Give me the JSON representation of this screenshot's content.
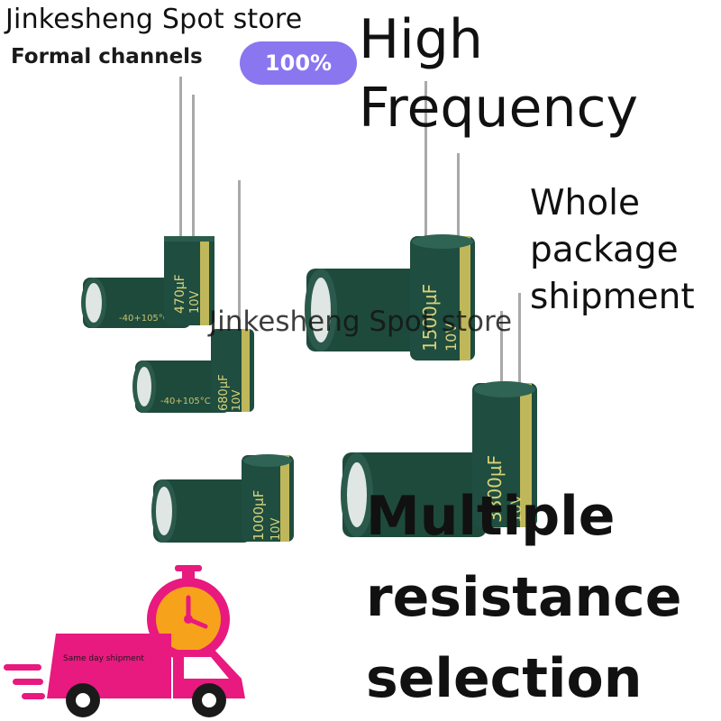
{
  "header": {
    "store_name": "Jinkesheng Spot store",
    "formal_channels": "Formal channels",
    "badge": "100%"
  },
  "headline": {
    "line1": "High",
    "line2": "Frequency"
  },
  "side_text": {
    "line1": "Whole",
    "line2": "package",
    "line3": "shipment"
  },
  "watermark": "Jinkesheng Spot store",
  "bottom_text": {
    "line1": "Multiple",
    "line2": "resistance",
    "line3": "selection"
  },
  "truck_label": "Same day shipment",
  "capacitors": [
    {
      "label": "470µF",
      "voltage": "10V",
      "tag": "-40+105°C"
    },
    {
      "label": "1500µF",
      "voltage": "10V"
    },
    {
      "label": "680µF",
      "voltage": "10V",
      "tag": "-40+105°C"
    },
    {
      "label": "3300µF",
      "voltage": "10V"
    },
    {
      "label": "1000µF",
      "voltage": "10V"
    }
  ],
  "colors": {
    "badge": "#8a76ef",
    "capacitor_body": "#1f4d3f",
    "capacitor_stripe": "#bfb75a",
    "truck": "#e8197f",
    "clock": "#f7a21b"
  }
}
